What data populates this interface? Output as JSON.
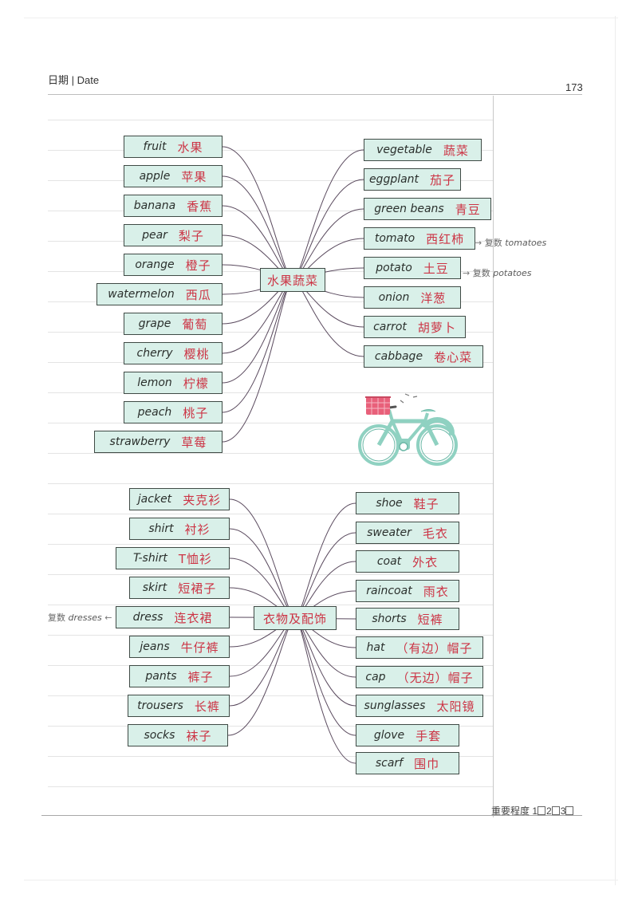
{
  "header": {
    "date_label": "日期 | Date",
    "page_number": "173"
  },
  "fruits_veg": {
    "hub": "水果蔬菜",
    "left": [
      {
        "en": "fruit",
        "zh": "水果"
      },
      {
        "en": "apple",
        "zh": "苹果"
      },
      {
        "en": "banana",
        "zh": "香蕉"
      },
      {
        "en": "pear",
        "zh": "梨子"
      },
      {
        "en": "orange",
        "zh": "橙子"
      },
      {
        "en": "watermelon",
        "zh": "西瓜"
      },
      {
        "en": "grape",
        "zh": "葡萄"
      },
      {
        "en": "cherry",
        "zh": "樱桃"
      },
      {
        "en": "lemon",
        "zh": "柠檬"
      },
      {
        "en": "peach",
        "zh": "桃子"
      },
      {
        "en": "strawberry",
        "zh": "草莓"
      }
    ],
    "right": [
      {
        "en": "vegetable",
        "zh": "蔬菜"
      },
      {
        "en": "eggplant",
        "zh": "茄子"
      },
      {
        "en": "green beans",
        "zh": "青豆"
      },
      {
        "en": "tomato",
        "zh": "西红柿"
      },
      {
        "en": "potato",
        "zh": "土豆"
      },
      {
        "en": "onion",
        "zh": "洋葱"
      },
      {
        "en": "carrot",
        "zh": "胡萝卜"
      },
      {
        "en": "cabbage",
        "zh": "卷心菜"
      }
    ],
    "notes": [
      {
        "arrow": "→",
        "cn": "复数",
        "latin": "tomatoes"
      },
      {
        "arrow": "→",
        "cn": "复数",
        "latin": "potatoes"
      }
    ]
  },
  "clothing": {
    "hub": "衣物及配饰",
    "left": [
      {
        "en": "jacket",
        "zh": "夹克衫"
      },
      {
        "en": "shirt",
        "zh": "衬衫"
      },
      {
        "en": "T-shirt",
        "zh": "T恤衫"
      },
      {
        "en": "skirt",
        "zh": "短裙子"
      },
      {
        "en": "dress",
        "zh": "连衣裙"
      },
      {
        "en": "jeans",
        "zh": "牛仔裤"
      },
      {
        "en": "pants",
        "zh": "裤子"
      },
      {
        "en": "trousers",
        "zh": "长裤"
      },
      {
        "en": "socks",
        "zh": "袜子"
      }
    ],
    "right": [
      {
        "en": "shoe",
        "zh": "鞋子"
      },
      {
        "en": "sweater",
        "zh": "毛衣"
      },
      {
        "en": "coat",
        "zh": "外衣"
      },
      {
        "en": "raincoat",
        "zh": "雨衣"
      },
      {
        "en": "shorts",
        "zh": "短裤"
      },
      {
        "en": "hat",
        "zh": "（有边）帽子"
      },
      {
        "en": "cap",
        "zh": "（无边）帽子"
      },
      {
        "en": "sunglasses",
        "zh": "太阳镜"
      },
      {
        "en": "glove",
        "zh": "手套"
      },
      {
        "en": "scarf",
        "zh": "围巾"
      }
    ],
    "notes": [
      {
        "arrow": "←",
        "cn": "复数",
        "latin": "dresses"
      }
    ]
  },
  "footer": {
    "importance_label": "重要程度",
    "levels": [
      "1",
      "2",
      "3"
    ]
  },
  "colors": {
    "card_fill": "#d9f0e9",
    "card_border": "#3f4a45",
    "chinese_text": "#cc3344",
    "link_line": "#5a4a5e",
    "bike_frame": "#8fd1c1",
    "bike_basket": "#e8607a"
  },
  "icons": [
    "bicycle-illustration",
    "arrow-right-icon",
    "arrow-left-icon"
  ]
}
